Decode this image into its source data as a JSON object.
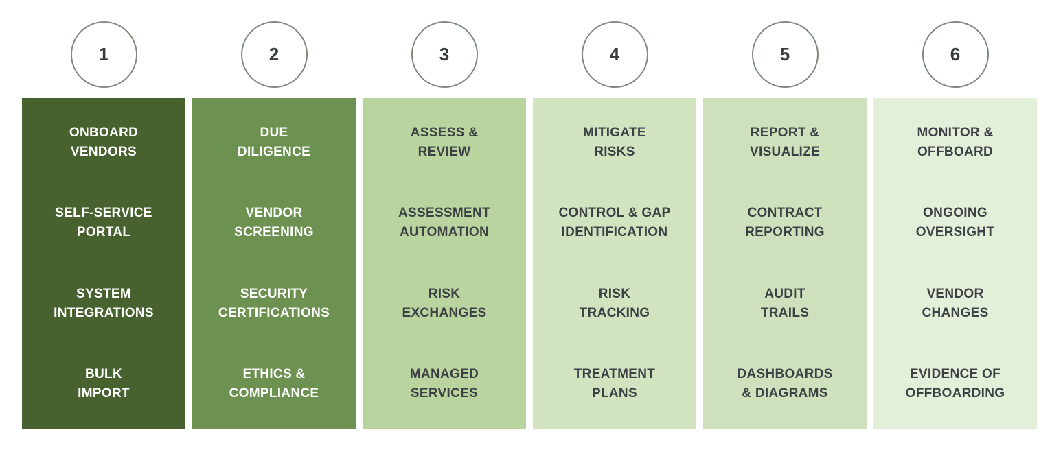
{
  "stages": [
    {
      "number": "1",
      "bg": "#48622f",
      "text_color": "#ffffff",
      "title": "ONBOARD\nVENDORS",
      "items": [
        "SELF-SERVICE\nPORTAL",
        "SYSTEM\nINTEGRATIONS",
        "BULK\nIMPORT"
      ]
    },
    {
      "number": "2",
      "bg": "#6d9150",
      "text_color": "#ffffff",
      "title": "DUE\nDILIGENCE",
      "items": [
        "VENDOR\nSCREENING",
        "SECURITY\nCERTIFICATIONS",
        "ETHICS &\nCOMPLIANCE"
      ]
    },
    {
      "number": "3",
      "bg": "#b9d49f",
      "text_color": "#3d4145",
      "title": "ASSESS &\nREVIEW",
      "items": [
        "ASSESSMENT\nAUTOMATION",
        "RISK\nEXCHANGES",
        "MANAGED\nSERVICES"
      ]
    },
    {
      "number": "4",
      "bg": "#d1e3bf",
      "text_color": "#3d4145",
      "title": "MITIGATE\nRISKS",
      "items": [
        "CONTROL & GAP\nIDENTIFICATION",
        "RISK\nTRACKING",
        "TREATMENT\nPLANS"
      ]
    },
    {
      "number": "5",
      "bg": "#cfe1bc",
      "text_color": "#3d4145",
      "title": "REPORT &\nVISUALIZE",
      "items": [
        "CONTRACT\nREPORTING",
        "AUDIT\nTRAILS",
        "DASHBOARDS\n& DIAGRAMS"
      ]
    },
    {
      "number": "6",
      "bg": "#e4efda",
      "text_color": "#3d4145",
      "title": "MONITOR &\nOFFBOARD",
      "items": [
        "ONGOING\nOVERSIGHT",
        "VENDOR\nCHANGES",
        "EVIDENCE OF\nOFFBOARDING"
      ]
    }
  ],
  "style": {
    "circle_border_color": "#7f897f",
    "circle_number_color": "#3a3e3a",
    "dark_text_color": "#3d4145",
    "light_text_color": "#ffffff"
  }
}
